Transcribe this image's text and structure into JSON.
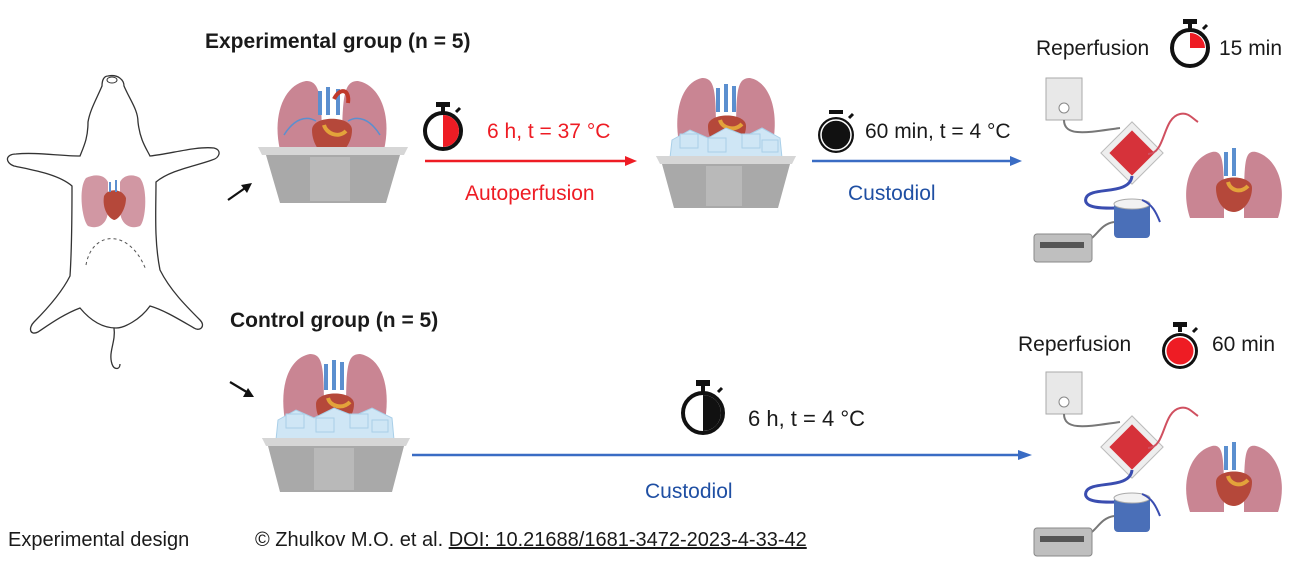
{
  "experimental_group": {
    "title": "Experimental group (n = 5)",
    "step1": {
      "timer": "half-red",
      "condition": "6 h, t = 37 °C",
      "method": "Autoperfusion",
      "color": "#ee1c24"
    },
    "step2": {
      "timer": "full-black",
      "condition": "60 min, t = 4 °C",
      "method": "Custodiol",
      "color": "#3a6cc4"
    },
    "reperfusion": {
      "label": "Reperfusion",
      "timer": "quarter-red",
      "duration": "15 min"
    }
  },
  "control_group": {
    "title": "Control group (n = 5)",
    "step1": {
      "timer": "half-black",
      "condition": "6 h, t = 4 °C",
      "method": "Custodiol",
      "color": "#3a6cc4"
    },
    "reperfusion": {
      "label": "Reperfusion",
      "timer": "full-red",
      "duration": "60 min"
    }
  },
  "footer": {
    "caption": "Experimental design",
    "credit": "© Zhulkov M.O. et al.",
    "doi": "DOI: 10.21688/1681-3472-2023-4-33-42"
  },
  "colors": {
    "red": "#ee1c24",
    "blue_arrow": "#3a6cc4",
    "blue_text": "#1f4fa3",
    "lung": "#c98593",
    "heart": "#b5483a",
    "bowl": "#a9a9a9",
    "ice": "#cfe6f5"
  }
}
